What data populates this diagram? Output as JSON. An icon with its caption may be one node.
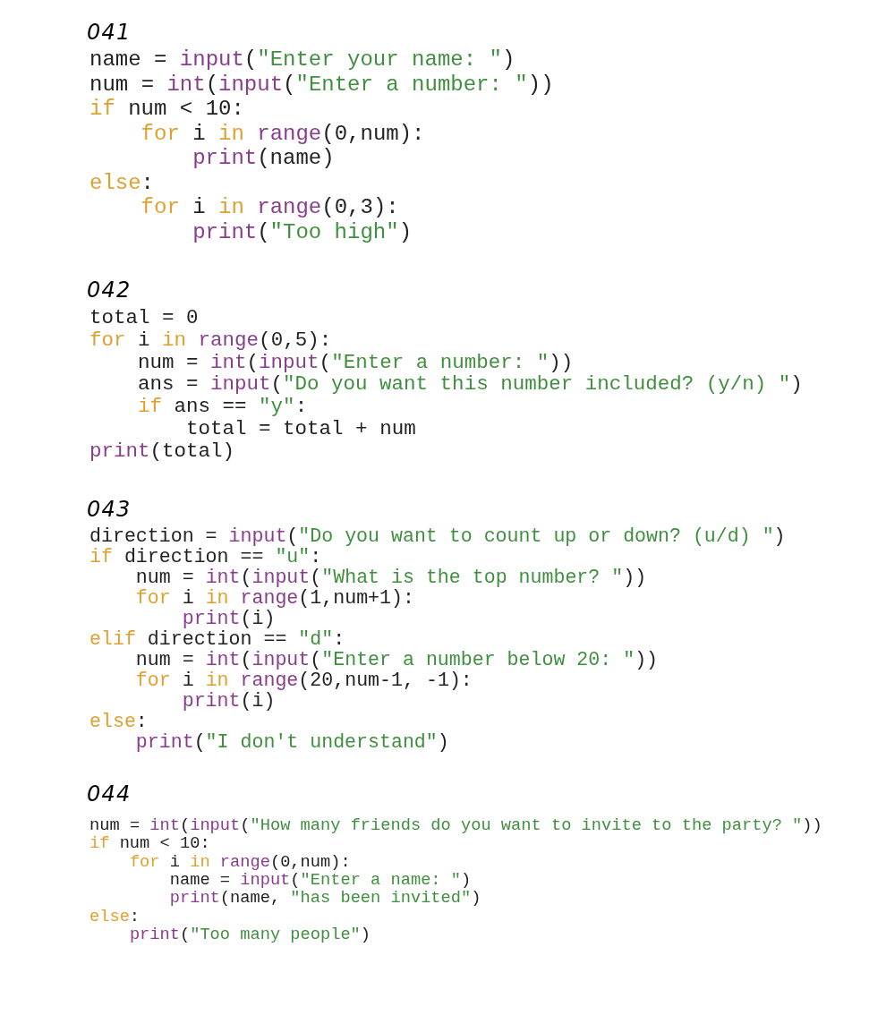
{
  "diagram": {
    "labels": [
      "041",
      "name = input(\"Enter your name: \")",
      "num = int(input(\"Enter a number: \"))",
      "if num < 10:",
      "for i in range(0,num):",
      "print(name)",
      "else:",
      "for i in range(0,3):",
      "print(\"Too high\")",
      "042",
      "total = 0",
      "for i in range(0,5):",
      "num = int(input(\"Enter a number: \"))",
      "ans = input(\"Do you want this number included? (y/n) \")",
      "if ans == \"y\":",
      "total = total + num",
      "print(total)",
      "043",
      "direction = input(\"Do you want to count up or down? (u/d) \")",
      "if direction == \"u\":",
      "num = int(input(\"What is the top number? \"))",
      "for i in range(1,num+1):",
      "print(i)",
      "elif direction == \"d\":",
      "num = int(input(\"Enter a number below 20: \"))",
      "for i in range(20,num-1, -1):",
      "print(i)",
      "else:",
      "print(\"I don't understand\")",
      "044",
      "num = int(input(\"How many friends do you want to invite to the party? \"))",
      "if num < 10:",
      "for i in range(0,num):",
      "name = input(\"Enter a name: \")",
      "print(name, \"has been invited\")",
      "else:",
      "print(\"Too many people\")"
    ]
  }
}
